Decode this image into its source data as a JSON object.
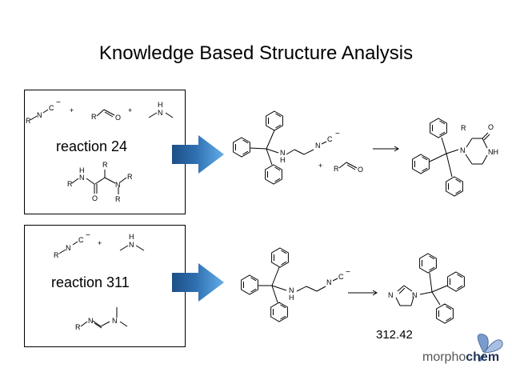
{
  "title": "Knowledge Based Structure Analysis",
  "reaction1": {
    "label": "reaction 24"
  },
  "reaction2": {
    "label": "reaction 311",
    "product_mass": "312.42"
  },
  "atoms": {
    "N": "N",
    "H": "H",
    "C": "C",
    "O": "O",
    "R": "R",
    "NH": "NH",
    "minus": "−",
    "plus": "+"
  },
  "logo": {
    "part1": "morpho",
    "part2": "chem"
  },
  "colors": {
    "arrow_blue": "#4a8fd0",
    "arrow_dark": "#1c4f86",
    "logo_butterfly": "#7a9ccc"
  }
}
